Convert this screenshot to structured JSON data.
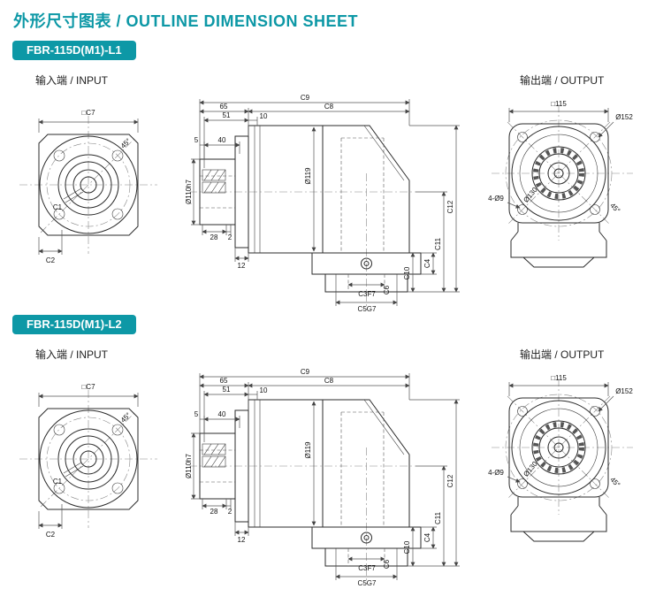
{
  "page": {
    "title": "外形尺寸图表 / OUTLINE DIMENSION SHEET",
    "accent_color": "#0d98a6"
  },
  "sections": [
    {
      "model": "FBR-115D(M1)-L1",
      "input_label": "输入端 / INPUT",
      "output_label": "输出端 / OUTPUT",
      "input_view": {
        "square": "□C7",
        "chamfer": "C2",
        "slot": "C1",
        "angle": "45°"
      },
      "side_view": {
        "c9": "C9",
        "c8": "C8",
        "len65": "65",
        "len51": "51",
        "len10": "10",
        "len40": "40",
        "len5": "5",
        "len28": "28",
        "len2": "2",
        "len12": "12",
        "pilot": "Ø110h7",
        "body": "Ø119",
        "c12": "C12",
        "c11": "C11",
        "c4": "C4",
        "c10": "C10",
        "c3": "C3F7",
        "c5": "C5G7",
        "c6": "C6"
      },
      "output_view": {
        "square": "□115",
        "corner_dia": "Ø152",
        "holes": "4-Ø9",
        "angle": "45°",
        "bolt_circle": "Ø130"
      }
    },
    {
      "model": "FBR-115D(M1)-L2",
      "input_label": "输入端 / INPUT",
      "output_label": "输出端 / OUTPUT",
      "input_view": {
        "square": "□C7",
        "chamfer": "C2",
        "slot": "C1",
        "angle": "45°"
      },
      "side_view": {
        "c9": "C9",
        "c8": "C8",
        "len65": "65",
        "len51": "51",
        "len10": "10",
        "len40": "40",
        "len5": "5",
        "len28": "28",
        "len2": "2",
        "len12": "12",
        "pilot": "Ø110h7",
        "body": "Ø119",
        "c12": "C12",
        "c11": "C11",
        "c4": "C4",
        "c10": "C10",
        "c3": "C3F7",
        "c5": "C5G7",
        "c6": "C6"
      },
      "output_view": {
        "square": "□115",
        "corner_dia": "Ø152",
        "holes": "4-Ø9",
        "angle": "45°",
        "bolt_circle": "Ø130"
      }
    }
  ]
}
